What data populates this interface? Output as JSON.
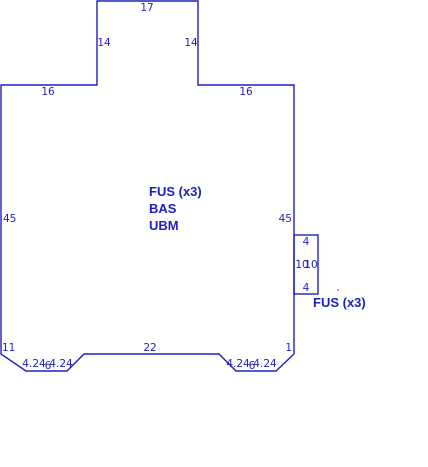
{
  "colors": {
    "line": "#1f1fbf",
    "text": "#1f1fbf",
    "background": "#ffffff"
  },
  "main_area": {
    "labels": [
      "FUS (x3)",
      "BAS",
      "UBM"
    ]
  },
  "side_area": {
    "label": "FUS (x3)"
  },
  "dimensions": {
    "top_bump_top": "17",
    "top_bump_left": "14",
    "top_bump_right": "14",
    "top_left_run": "16",
    "top_right_run": "16",
    "left_wall": "45",
    "right_wall": "45",
    "side_box_top": "4",
    "side_box_left": "10",
    "side_box_right": "10",
    "side_box_bottom": "4",
    "bottom_left_corner": "11",
    "bottom_right_corner": "1",
    "bottom_middle": "22",
    "bottom_left_chamfer_1": "4.24",
    "bottom_left_flat": "6",
    "bottom_left_chamfer_2": "4.24",
    "bottom_right_chamfer_1": "4.24",
    "bottom_right_flat": "6",
    "bottom_right_chamfer_2": "4.24"
  }
}
